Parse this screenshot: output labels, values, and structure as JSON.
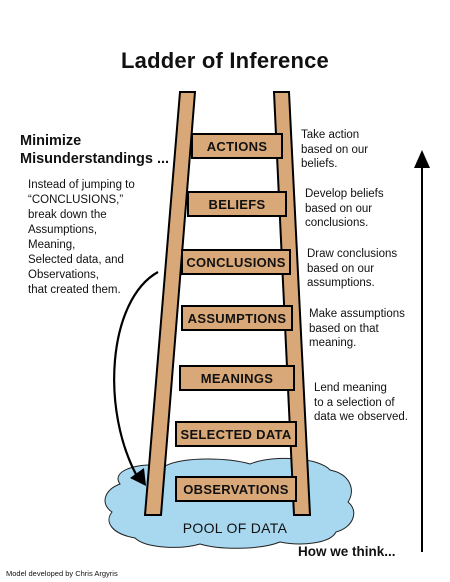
{
  "title": "Ladder of Inference",
  "minimize": [
    "Minimize",
    "Misunderstandings ..."
  ],
  "instead": [
    "Instead of jumping to",
    "“CONCLUSIONS,”",
    "break down the",
    "Assumptions,",
    "Meaning,",
    "Selected data, and",
    "Observations,",
    "that created them."
  ],
  "rungs": [
    {
      "label": "ACTIONS",
      "desc": [
        "Take action",
        "based on our",
        "beliefs."
      ]
    },
    {
      "label": "BELIEFS",
      "desc": [
        "Develop beliefs",
        "based on our",
        "conclusions."
      ]
    },
    {
      "label": "CONCLUSIONS",
      "desc": [
        "Draw conclusions",
        "based on our",
        "assumptions."
      ]
    },
    {
      "label": "ASSUMPTIONS",
      "desc": [
        "Make assumptions",
        "based on that",
        "meaning."
      ]
    },
    {
      "label": "MEANINGS",
      "desc": [
        "Lend meaning",
        "to a selection of",
        "data we observed."
      ]
    },
    {
      "label": "SELECTED DATA",
      "desc": []
    },
    {
      "label": "OBSERVATIONS",
      "desc": []
    }
  ],
  "pool_label": "POOL OF DATA",
  "how_we_think": "How we think...",
  "credit": "Model developed by Chris Argyris",
  "colors": {
    "wood": "#d9a878",
    "outline": "#000000",
    "pool": "#a8d8f0"
  }
}
